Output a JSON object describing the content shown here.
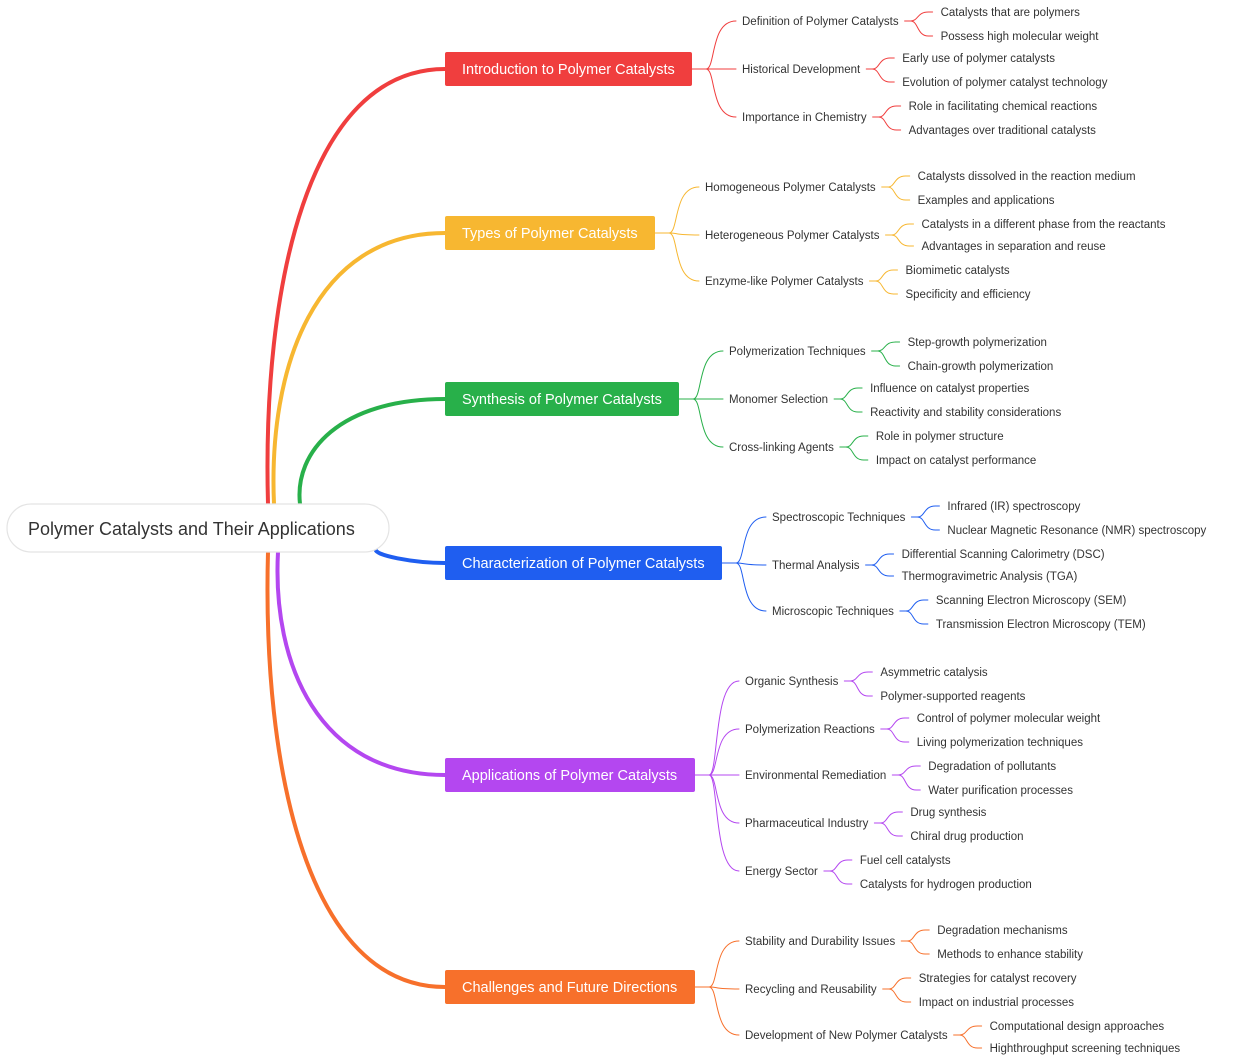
{
  "root": {
    "label": "Polymer Catalysts and Their Applications"
  },
  "branches": [
    {
      "label": "Introduction to Polymer Catalysts",
      "color": "#f03e3e",
      "children": [
        {
          "label": "Definition of Polymer Catalysts",
          "children": [
            "Catalysts that are polymers",
            "Possess high molecular weight"
          ]
        },
        {
          "label": "Historical Development",
          "children": [
            "Early use of polymer catalysts",
            "Evolution of polymer catalyst technology"
          ]
        },
        {
          "label": "Importance in Chemistry",
          "children": [
            "Role in facilitating chemical reactions",
            "Advantages over traditional catalysts"
          ]
        }
      ]
    },
    {
      "label": "Types of Polymer Catalysts",
      "color": "#f7b731",
      "children": [
        {
          "label": "Homogeneous Polymer Catalysts",
          "children": [
            "Catalysts dissolved in the reaction medium",
            "Examples and applications"
          ]
        },
        {
          "label": "Heterogeneous Polymer Catalysts",
          "children": [
            "Catalysts in a different phase from the reactants",
            "Advantages in separation and reuse"
          ]
        },
        {
          "label": "Enzyme-like Polymer Catalysts",
          "children": [
            "Biomimetic catalysts",
            "Specificity and efficiency"
          ]
        }
      ]
    },
    {
      "label": "Synthesis of Polymer Catalysts",
      "color": "#28b04a",
      "children": [
        {
          "label": "Polymerization Techniques",
          "children": [
            "Step-growth polymerization",
            "Chain-growth polymerization"
          ]
        },
        {
          "label": "Monomer Selection",
          "children": [
            "Influence on catalyst properties",
            "Reactivity and stability considerations"
          ]
        },
        {
          "label": "Cross-linking Agents",
          "children": [
            "Role in polymer structure",
            "Impact on catalyst performance"
          ]
        }
      ]
    },
    {
      "label": "Characterization of Polymer Catalysts",
      "color": "#1f5ef0",
      "children": [
        {
          "label": "Spectroscopic Techniques",
          "children": [
            "Infrared (IR) spectroscopy",
            "Nuclear Magnetic Resonance (NMR) spectroscopy"
          ]
        },
        {
          "label": "Thermal Analysis",
          "children": [
            "Differential Scanning Calorimetry (DSC)",
            "Thermogravimetric Analysis (TGA)"
          ]
        },
        {
          "label": "Microscopic Techniques",
          "children": [
            "Scanning Electron Microscopy (SEM)",
            "Transmission Electron Microscopy (TEM)"
          ]
        }
      ]
    },
    {
      "label": "Applications of Polymer Catalysts",
      "color": "#b447f0",
      "children": [
        {
          "label": "Organic Synthesis",
          "children": [
            "Asymmetric catalysis",
            "Polymer-supported reagents"
          ]
        },
        {
          "label": "Polymerization Reactions",
          "children": [
            "Control of polymer molecular weight",
            "Living polymerization techniques"
          ]
        },
        {
          "label": "Environmental Remediation",
          "children": [
            "Degradation of pollutants",
            "Water purification processes"
          ]
        },
        {
          "label": "Pharmaceutical Industry",
          "children": [
            "Drug synthesis",
            "Chiral drug production"
          ]
        },
        {
          "label": "Energy Sector",
          "children": [
            "Fuel cell catalysts",
            "Catalysts for hydrogen production"
          ]
        }
      ]
    },
    {
      "label": "Challenges and Future Directions",
      "color": "#f7702b",
      "children": [
        {
          "label": "Stability and Durability Issues",
          "children": [
            "Degradation mechanisms",
            "Methods to enhance stability"
          ]
        },
        {
          "label": "Recycling and Reusability",
          "children": [
            "Strategies for catalyst recovery",
            "Impact on industrial processes"
          ]
        },
        {
          "label": "Development of New Polymer Catalysts",
          "children": [
            "Computational design approaches",
            "Highthroughput screening techniques"
          ]
        }
      ]
    }
  ]
}
